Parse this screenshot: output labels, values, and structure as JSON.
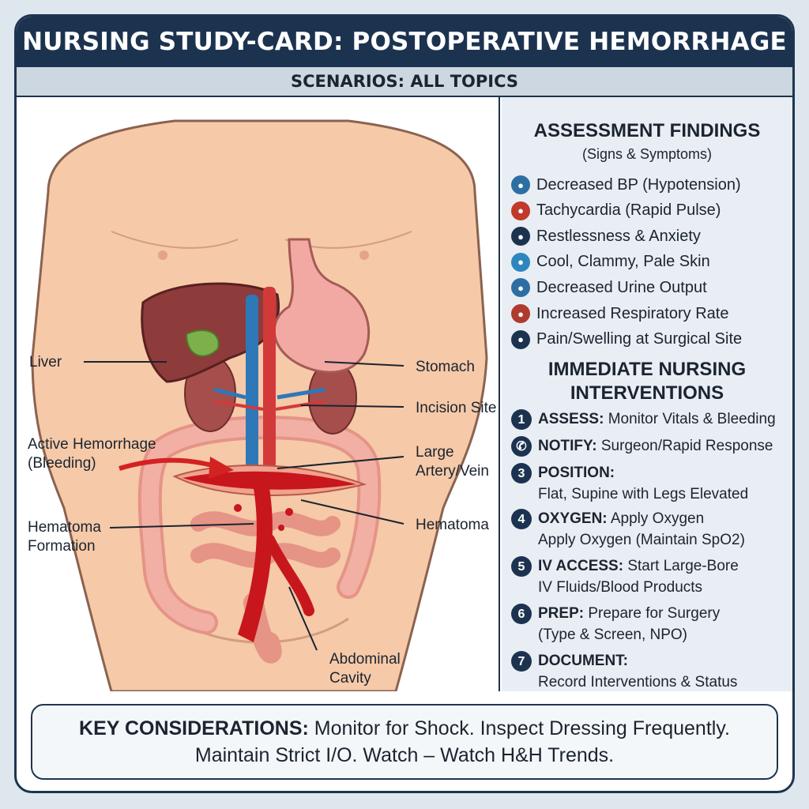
{
  "header": {
    "title": "NURSING STUDY-CARD: POSTOPERATIVE HEMORRHAGE",
    "subtitle": "SCENARIOS: ALL TOPICS"
  },
  "diagram": {
    "labels": {
      "liver": "Liver",
      "stomach": "Stomach",
      "incision_site": "Incision Site",
      "active_hemorrhage_1": "Active Hemorrhage",
      "active_hemorrhage_2": "(Bleeding)",
      "large_artery_1": "Large",
      "large_artery_2": "Artery/Vein",
      "hematoma_formation_1": "Hematoma",
      "hematoma_formation_2": "Formation",
      "hematoma": "Hematoma",
      "abdominal_cavity_1": "Abdominal",
      "abdominal_cavity_2": "Cavity"
    }
  },
  "assessment": {
    "heading": "ASSESSMENT FINDINGS",
    "subheading": "(Signs & Symptoms)",
    "items": [
      {
        "label": "Decreased BP (Hypotension)",
        "icon": "blood-pressure-icon",
        "color": "#2d6fa3"
      },
      {
        "label": "Tachycardia (Rapid Pulse)",
        "icon": "heart-rate-icon",
        "color": "#c0392b"
      },
      {
        "label": "Restlessness & Anxiety",
        "icon": "anxiety-icon",
        "color": "#1c3350"
      },
      {
        "label": "Cool, Clammy, Pale Skin",
        "icon": "cold-skin-icon",
        "color": "#2e86c1"
      },
      {
        "label": "Decreased Urine Output",
        "icon": "urine-output-icon",
        "color": "#2d6fa3"
      },
      {
        "label": "Increased Respiratory Rate",
        "icon": "lungs-icon",
        "color": "#b03a2e"
      },
      {
        "label": "Pain/Swelling at Surgical Site",
        "icon": "pain-icon",
        "color": "#1c3350"
      }
    ]
  },
  "interventions": {
    "heading_1": "IMMEDIATE NURSING",
    "heading_2": "INTERVENTIONS",
    "items": [
      {
        "num": "1",
        "kw": "ASSESS:",
        "text": "Monitor Vitals & Bleeding",
        "line2": ""
      },
      {
        "num": "✆",
        "kw": "NOTIFY:",
        "text": "Surgeon/Rapid Response",
        "line2": ""
      },
      {
        "num": "3",
        "kw": "POSITION:",
        "text": "",
        "line2": "Flat, Supine with Legs Elevated"
      },
      {
        "num": "4",
        "kw": "OXYGEN:",
        "text": "Apply Oxygen",
        "line2": "Apply Oxygen (Maintain SpO2)"
      },
      {
        "num": "5",
        "kw": "IV ACCESS:",
        "text": "Start Large-Bore",
        "line2": "IV Fluids/Blood Products"
      },
      {
        "num": "6",
        "kw": "PREP:",
        "text": "Prepare for Surgery",
        "line2": "(Type & Screen, NPO)"
      },
      {
        "num": "7",
        "kw": "DOCUMENT:",
        "text": "",
        "line2": "Record Interventions & Status"
      }
    ]
  },
  "footer": {
    "kw": "KEY CONSIDERATIONS:",
    "line1": "Monitor for Shock. Inspect Dressing Frequently.",
    "line2": "Maintain Strict I/O. Watch – Watch H&H Trends."
  },
  "colors": {
    "navy": "#1c3350",
    "skin": "#f6c9a8",
    "blood": "#c8161d",
    "liver": "#8e3b3b",
    "stomach": "#f3a9a3",
    "intestine": "#efa59a"
  }
}
